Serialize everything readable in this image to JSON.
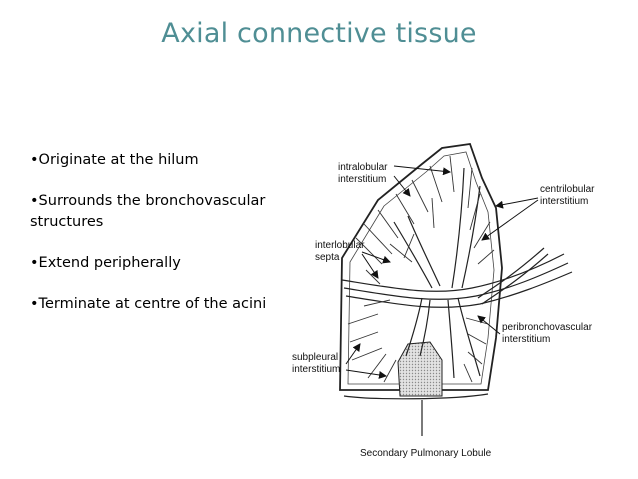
{
  "slide": {
    "title": "Axial connective tissue",
    "bullets": [
      "•Originate at the hilum",
      "•Surrounds the bronchovascular structures",
      "•Extend peripherally",
      "•Terminate at centre of the acini"
    ]
  },
  "diagram": {
    "labels": {
      "intralobular_1": "intralobular",
      "intralobular_2": "interstitium",
      "centrilobular_1": "centrilobular",
      "centrilobular_2": "interstitium",
      "interlobular_1": "interlobular",
      "interlobular_2": "septa",
      "peribronchovascular_1": "peribronchovascular",
      "peribronchovascular_2": "interstitium",
      "subpleural_1": "subpleural",
      "subpleural_2": "interstitium",
      "caption": "Secondary Pulmonary Lobule"
    },
    "colors": {
      "title": "#4f8e94",
      "lines": "#222222",
      "lobule": "#bdbdbd"
    }
  }
}
